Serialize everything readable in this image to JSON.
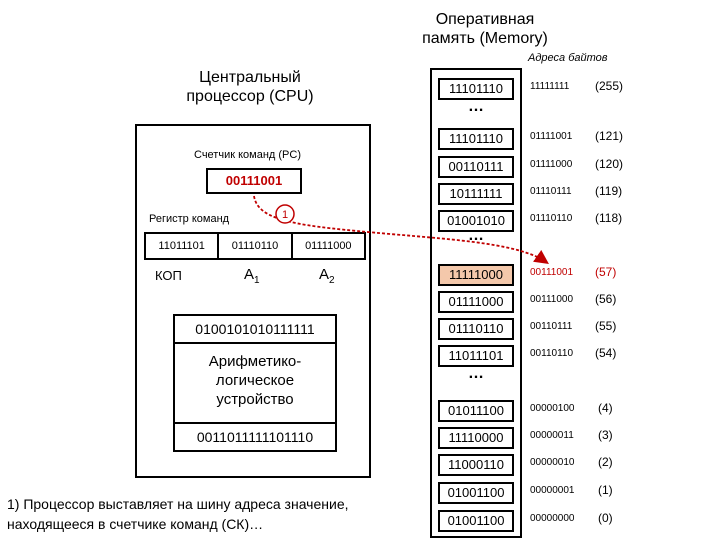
{
  "memory": {
    "title": "Оперативная\nпамять (Memory)",
    "addr_header": "Адреса байтов",
    "cells": [
      {
        "value": "11101110",
        "addr": "11111111",
        "dec": "(255)"
      },
      {
        "dots": "…"
      },
      {
        "value": "11101110",
        "addr": "01111001",
        "dec": "(121)"
      },
      {
        "value": "00110111",
        "addr": "01111000",
        "dec": "(120)"
      },
      {
        "value": "10111111",
        "addr": "01110111",
        "dec": "(119)"
      },
      {
        "value": "01001010",
        "addr": "01110110",
        "dec": "(118)"
      },
      {
        "dots": "…"
      },
      {
        "value": "11111000",
        "addr": "00111001",
        "dec": "(57)",
        "highlight": true
      },
      {
        "value": "01111000",
        "addr": "00111000",
        "dec": "(56)"
      },
      {
        "value": "01110110",
        "addr": "00110111",
        "dec": "(55)"
      },
      {
        "value": "11011101",
        "addr": "00110110",
        "dec": "(54)"
      },
      {
        "dots": "…"
      },
      {
        "value": "01011100",
        "addr": "00000100",
        "dec": "(4)"
      },
      {
        "value": "11110000",
        "addr": "00000011",
        "dec": "(3)"
      },
      {
        "value": "11000110",
        "addr": "00000010",
        "dec": "(2)"
      },
      {
        "value": "01001100",
        "addr": "00000001",
        "dec": "(1)"
      },
      {
        "value": "01001100",
        "addr": "00000000",
        "dec": "(0)"
      }
    ]
  },
  "cpu": {
    "title": "Центральный\nпроцессор (CPU)",
    "pc_label": "Счетчик команд (PC)",
    "pc_value": "00111001",
    "ir_label": "Регистр команд",
    "ir_cells": [
      "11011101",
      "01110110",
      "01111000"
    ],
    "ir_field_kop": "КОП",
    "ir_field_a1": "A",
    "ir_field_a1_sub": "1",
    "ir_field_a2": "A",
    "ir_field_a2_sub": "2",
    "alu_top": "0100101010111111",
    "alu_label": "Арифметико-\nлогическое\nустройство",
    "alu_bottom": "0011011111101110"
  },
  "step_marker": "1",
  "caption": "1) Процессор выставляет на шину адреса значение,\nнаходящееся в счетчике команд (СК)…",
  "colors": {
    "accent": "#c00000",
    "highlight": "#f4c8ab"
  }
}
